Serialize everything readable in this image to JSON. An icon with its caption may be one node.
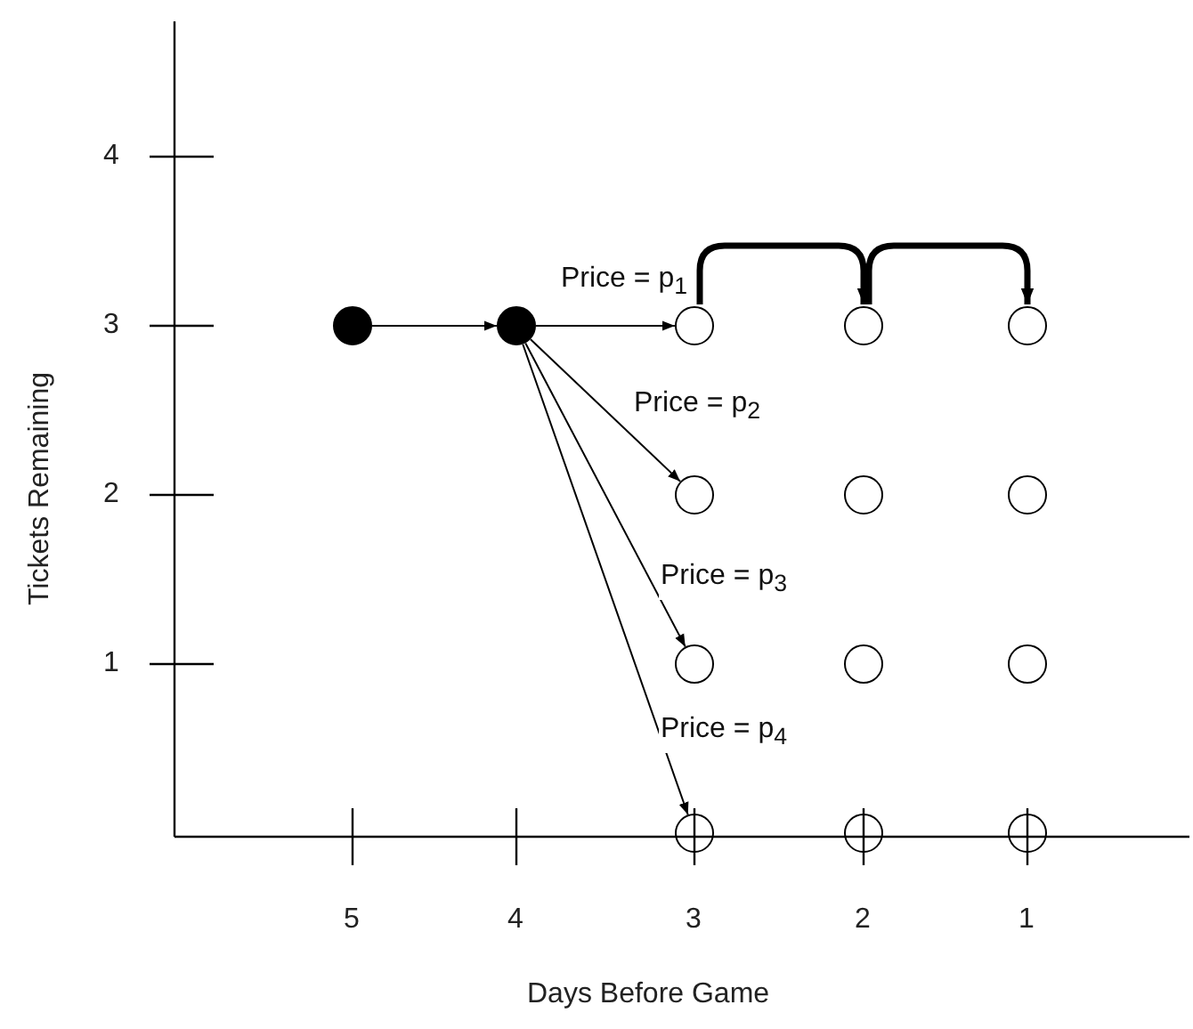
{
  "diagram": {
    "nodes": [
      {
        "text": [],
        "shape": "circle"
      },
      {
        "text": [],
        "shape": "circle"
      },
      {
        "text": [],
        "shape": "circle"
      },
      {
        "text": [],
        "shape": "circle"
      },
      {
        "text": [],
        "shape": "circle"
      },
      {
        "text": [],
        "shape": "circle"
      },
      {
        "text": [],
        "shape": "circle"
      },
      {
        "text": [],
        "shape": "circle"
      },
      {
        "text": [],
        "shape": "circle"
      },
      {
        "text": [],
        "shape": "circle"
      },
      {
        "text": [],
        "shape": "circle"
      },
      {
        "text": [],
        "shape": "circle"
      },
      {
        "text": [],
        "shape": "circle"
      },
      {
        "text": [],
        "shape": "circle"
      }
    ],
    "edges": [
      {
        "from": 0,
        "to": 1,
        "arrow": "to"
      },
      {
        "from": 1,
        "to": 2,
        "arrow": "to",
        "label": "Price = p$_{1}$"
      },
      {
        "from": 1,
        "to": 5,
        "arrow": "to",
        "label": "Price = p$_{2}$"
      },
      {
        "from": 1,
        "to": 8,
        "arrow": "to",
        "label": "Price = p$_{3}$"
      },
      {
        "from": 1,
        "to": 11,
        "arrow": "to",
        "label": "Price = p$_{4}$"
      },
      {
        "from": 2,
        "to": 3,
        "arrow": "to",
        "style": "thick"
      },
      {
        "from": 3,
        "to": 4,
        "arrow": "to",
        "style": "thick"
      }
    ],
    "labels": [
      "4",
      "Tickets Remaining",
      "3",
      "2",
      "1",
      "5",
      "4",
      "3",
      "2",
      "1",
      "Days Before Game"
    ]
  }
}
